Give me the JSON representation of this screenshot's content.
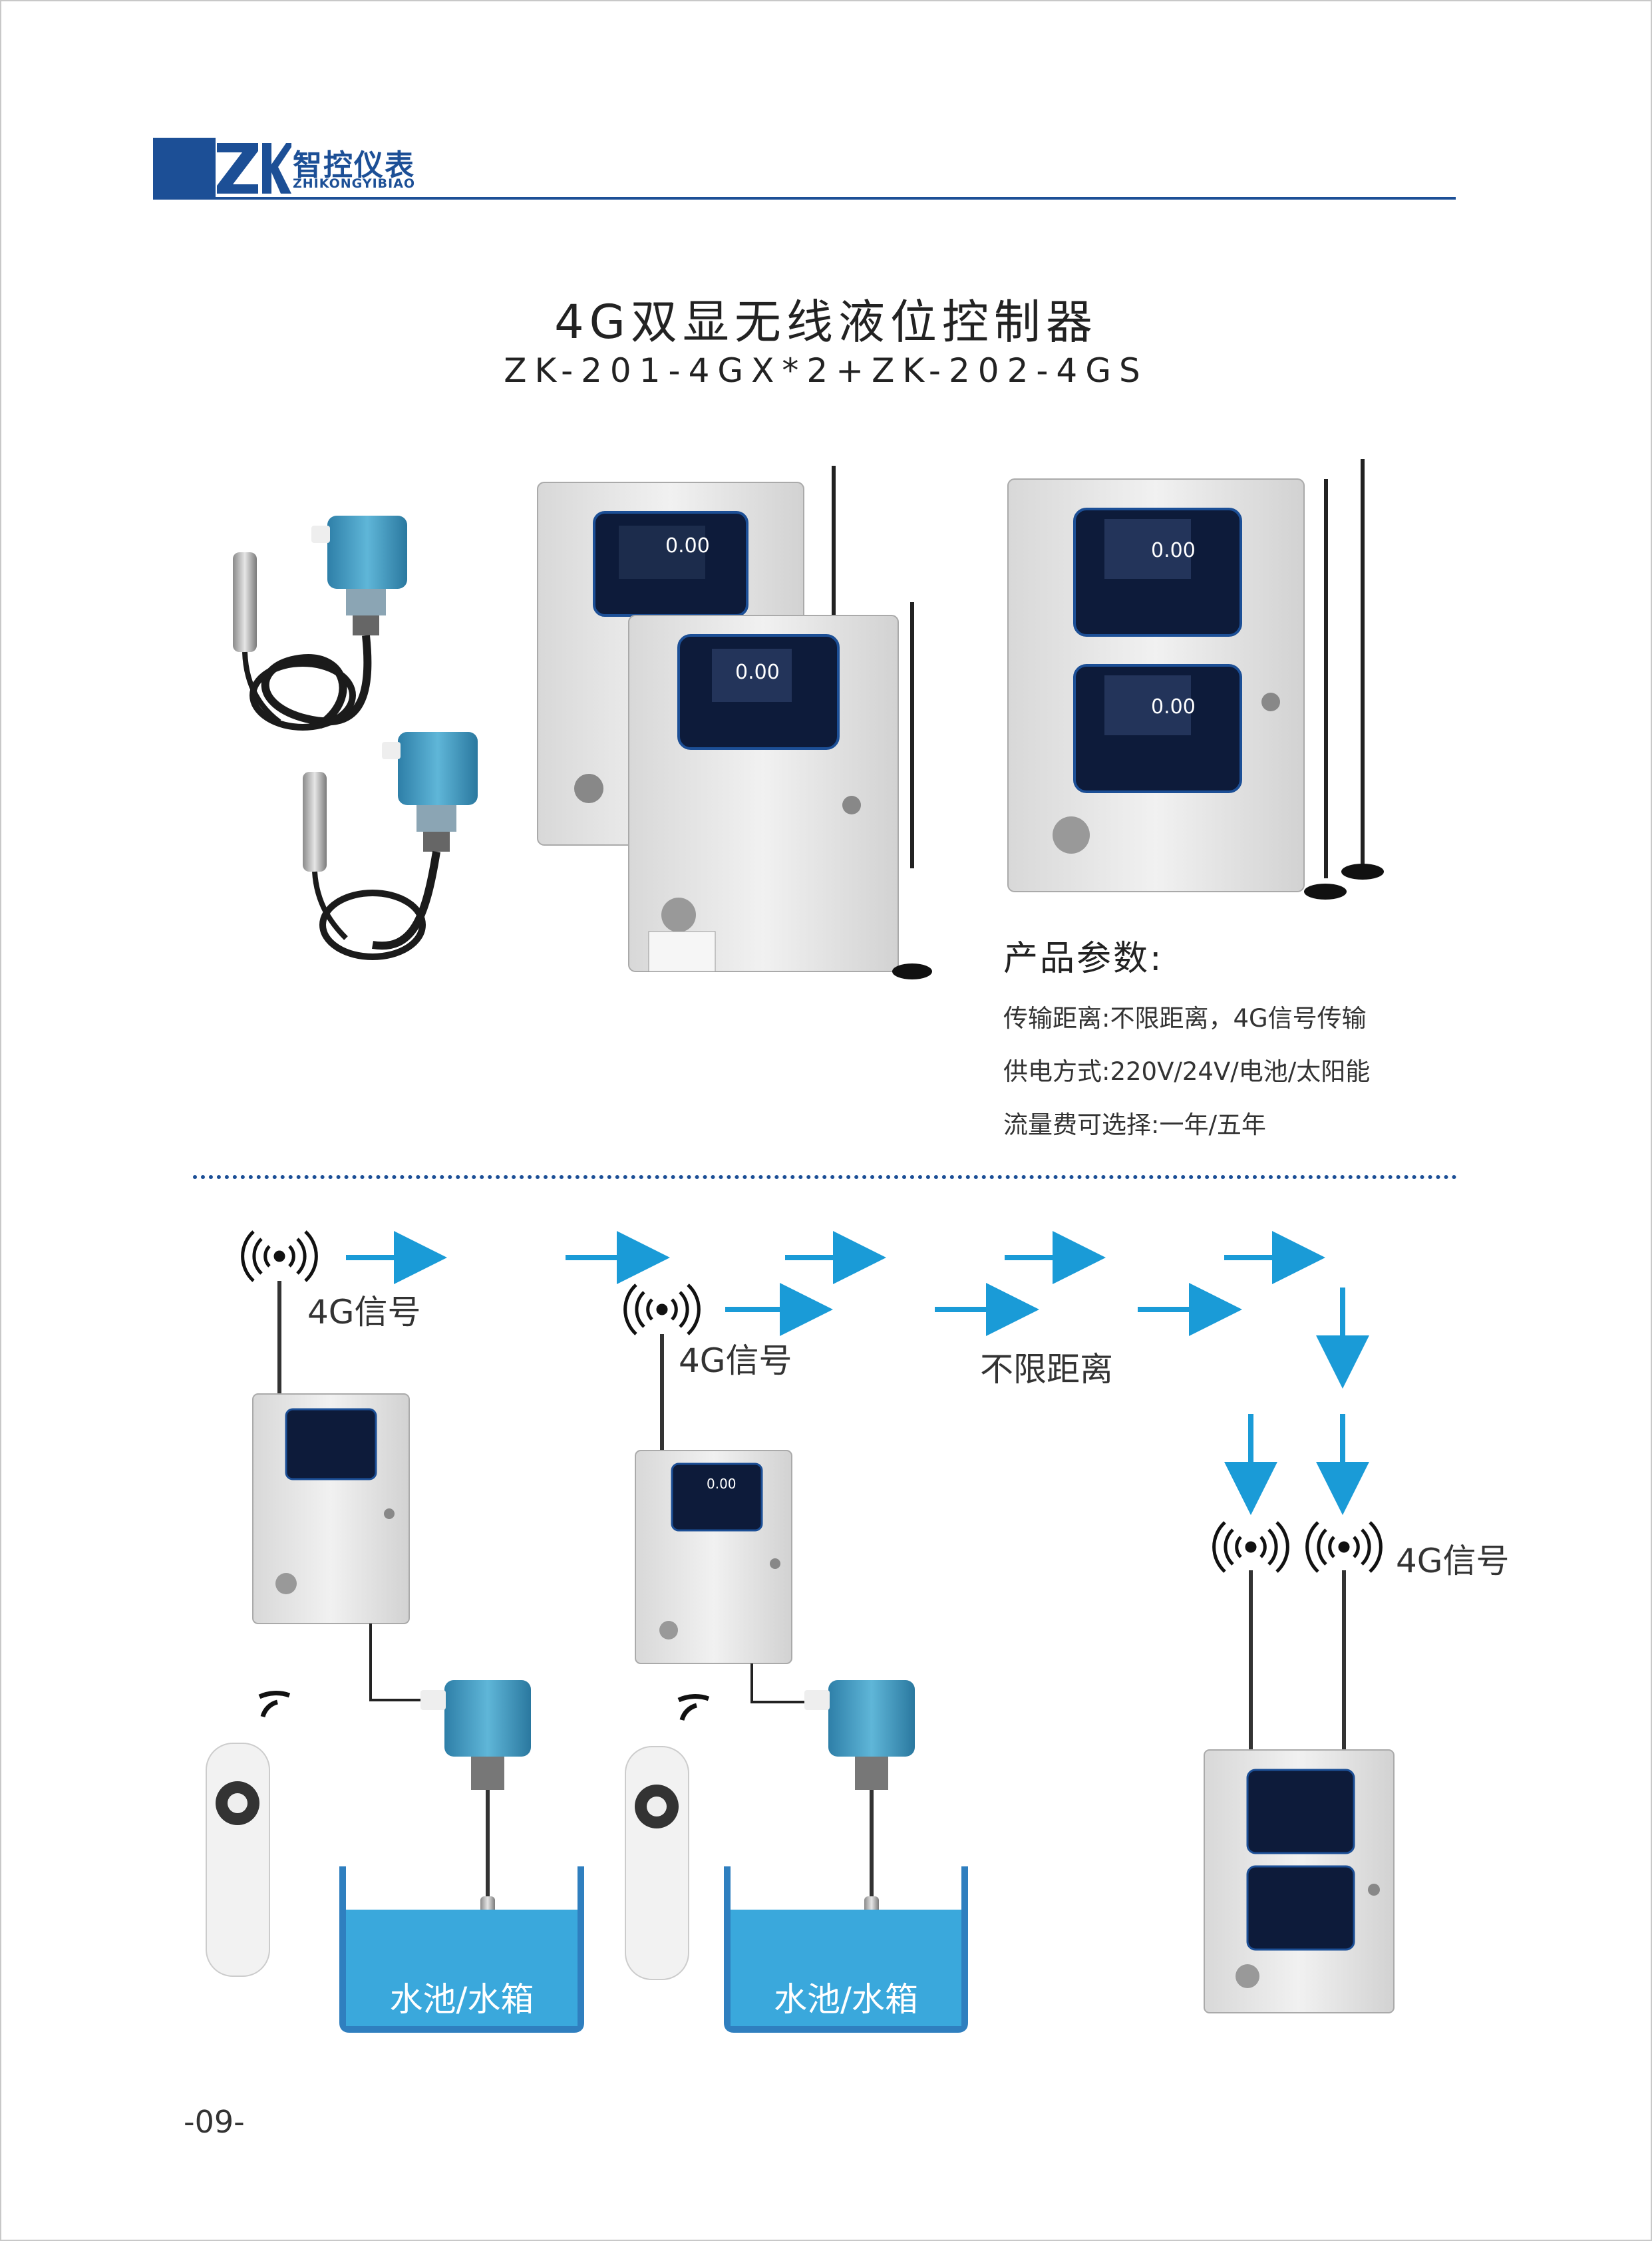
{
  "header": {
    "brand_cn": "智控仪表",
    "brand_en": "ZHIKONGYIBIAO",
    "logo_text": "ZK",
    "brand_color": "#1c4f96"
  },
  "title": "4G双显无线液位控制器",
  "model": "ZK-201-4GX*2+ZK-202-4GS",
  "params": {
    "heading": "产品参数:",
    "lines": [
      "传输距离:不限距离，4G信号传输",
      "供电方式:220V/24V/电池/太阳能",
      "流量费可选择:一年/五年"
    ]
  },
  "device_screen": {
    "reading": "0.00"
  },
  "diagram": {
    "signal_label": "4G信号",
    "distance_label": "不限距离",
    "tank_label": "水池/水箱",
    "arrow_color": "#1a9bd7",
    "water_color": "#3aa8dc"
  },
  "page_number": "-09-"
}
